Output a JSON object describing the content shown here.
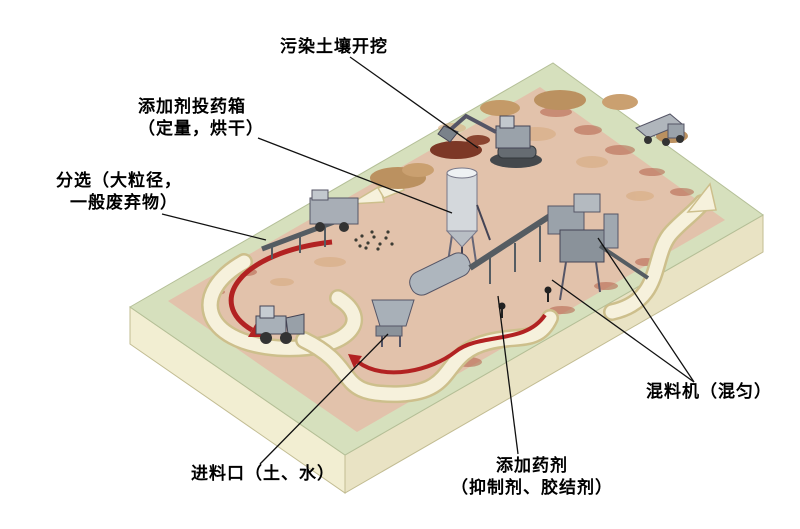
{
  "diagram": {
    "type": "soil-remediation-process-illustration",
    "labels": [
      {
        "id": "excavation",
        "lines": [
          "污染土壤开挖"
        ]
      },
      {
        "id": "additive-box",
        "lines": [
          "添加剂投药箱",
          "（定量，烘干）"
        ]
      },
      {
        "id": "sorting",
        "lines": [
          "分选（大粒径，",
          "一般废弃物）"
        ]
      },
      {
        "id": "mixer",
        "lines": [
          "混料机（混匀）"
        ]
      },
      {
        "id": "feed-inlet",
        "lines": [
          "进料口（土、水）"
        ]
      },
      {
        "id": "dosing",
        "lines": [
          "添加药剂",
          "（抑制剂、胶结剂）"
        ]
      }
    ],
    "colors": {
      "background": "#ffffff",
      "platform_top": "#d6e0bd",
      "platform_side_left": "#f2eed2",
      "platform_side_right": "#e9e3c4",
      "work_area": "#e2c2ab",
      "road_cream": "#f6f1dc",
      "arrow_red": "#b22222",
      "machine_gray": "#9aa2aa",
      "soil_brown": "#bb9160",
      "label_text": "#000000"
    }
  }
}
